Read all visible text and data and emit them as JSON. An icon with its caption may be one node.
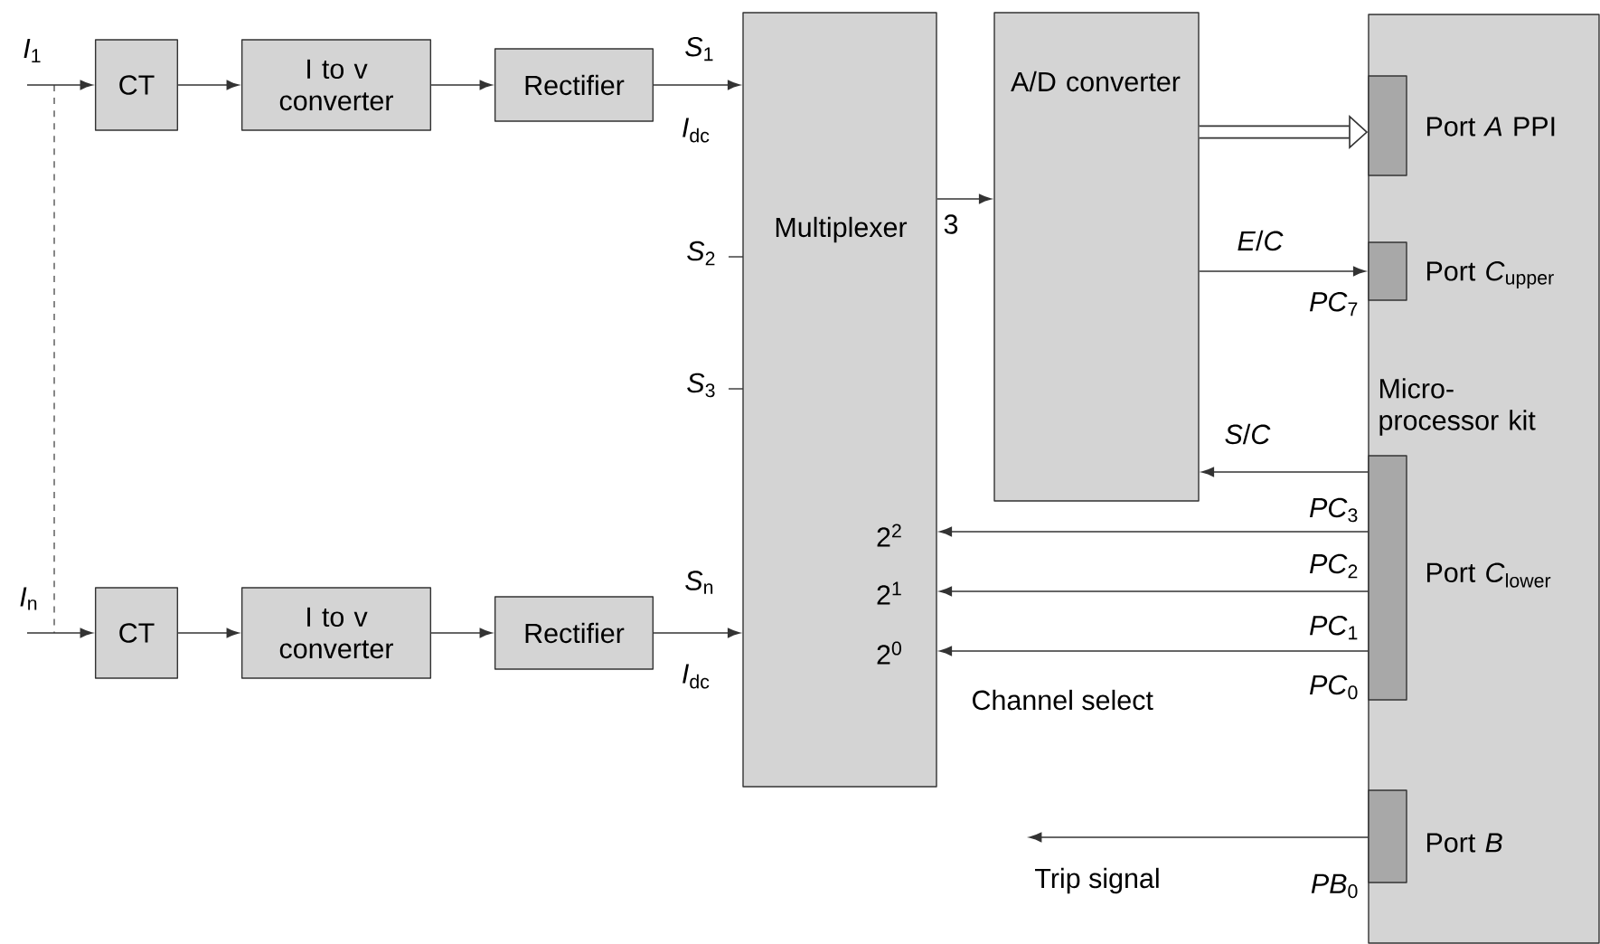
{
  "diagram": {
    "nodes": [
      {
        "text": [
          "CT"
        ]
      },
      {
        "text": [
          "I to v converter"
        ]
      },
      {
        "text": [
          "Rectifier"
        ]
      },
      {
        "text": [
          "CT"
        ]
      },
      {
        "text": [
          "I to v converter"
        ]
      },
      {
        "text": [
          "Rectifier"
        ]
      },
      {
        "text": [
          "Multiplexer"
        ]
      },
      {
        "text": [
          "A/D converter"
        ]
      },
      {
        "text": [
          "Micro- processor kit"
        ]
      },
      {
        "text": [
          "Port *A* PPI"
        ],
        "in": 8
      },
      {
        "text": [
          "Port *C*$_{upper}$"
        ],
        "in": 8
      },
      {
        "text": [
          "Port *C*$_{lower}$"
        ],
        "in": 8
      },
      {
        "text": [
          "Port *B*"
        ],
        "in": 8
      }
    ],
    "edges": [
      {
        "from": null,
        "to": 0,
        "arrow": "to"
      },
      {
        "from": 0,
        "to": 1,
        "arrow": "to"
      },
      {
        "from": 1,
        "to": 2,
        "arrow": "to"
      },
      {
        "from": 2,
        "to": 6,
        "arrow": "to"
      },
      {
        "from": null,
        "to": 3,
        "arrow": "to"
      },
      {
        "from": 3,
        "to": 4,
        "arrow": "to"
      },
      {
        "from": 4,
        "to": 5,
        "arrow": "to"
      },
      {
        "from": 5,
        "to": 6,
        "arrow": "to"
      },
      {
        "from": 6,
        "to": 7,
        "arrow": "to"
      },
      {
        "from": 7,
        "to": 9,
        "arrow": "to",
        "style": "thick"
      },
      {
        "from": 7,
        "to": 10,
        "arrow": "to",
        "label": "*E*/*C*"
      },
      {
        "from": 11,
        "to": 7,
        "arrow": "to",
        "label": "*S*/*C*"
      },
      {
        "from": 11,
        "to": 6,
        "arrow": "to"
      },
      {
        "from": 11,
        "to": 6,
        "arrow": "to"
      },
      {
        "from": 11,
        "to": 6,
        "arrow": "to"
      },
      {
        "from": 12,
        "to": null,
        "arrow": "to",
        "label": "Trip signal"
      }
    ],
    "labels": [
      "*I*$_{1}$",
      "*I*$_{n}$",
      "*S*$_{1}$",
      "*I*$_{dc}$",
      "*S*$_{2}$",
      "*S*$_{3}$",
      "*S*$_{n}$",
      "*I*$_{dc}$",
      "3",
      "2$^{2}$",
      "2$^{1}$",
      "2$^{0}$",
      "*PC*$_{7}$",
      "*PC*$_{3}$",
      "*PC*$_{2}$",
      "*PC*$_{1}$",
      "*PC*$_{0}$",
      "Channel select",
      "*PB*$_{0}$"
    ]
  }
}
